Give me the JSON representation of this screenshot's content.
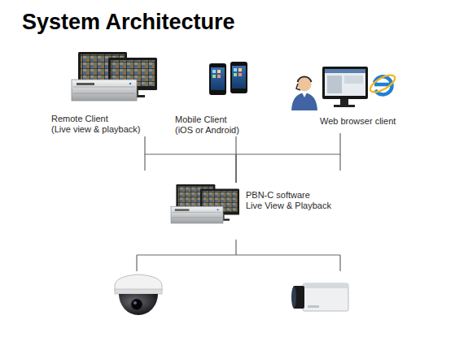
{
  "diagram": {
    "title": "System Architecture",
    "nodes": [
      {
        "text": [
          "Remote Client",
          "(Live view & playback)"
        ]
      },
      {
        "text": [
          "Mobile Client",
          "(iOS or Android)"
        ]
      },
      {
        "text": [
          "Web browser client"
        ]
      },
      {
        "text": [
          "PBN-C software",
          "Live View & Playback"
        ]
      }
    ],
    "edges": [
      {
        "from": 0,
        "to": 3,
        "arrow": "none"
      },
      {
        "from": 1,
        "to": 3,
        "arrow": "none"
      },
      {
        "from": 2,
        "to": 3,
        "arrow": "none"
      }
    ]
  }
}
